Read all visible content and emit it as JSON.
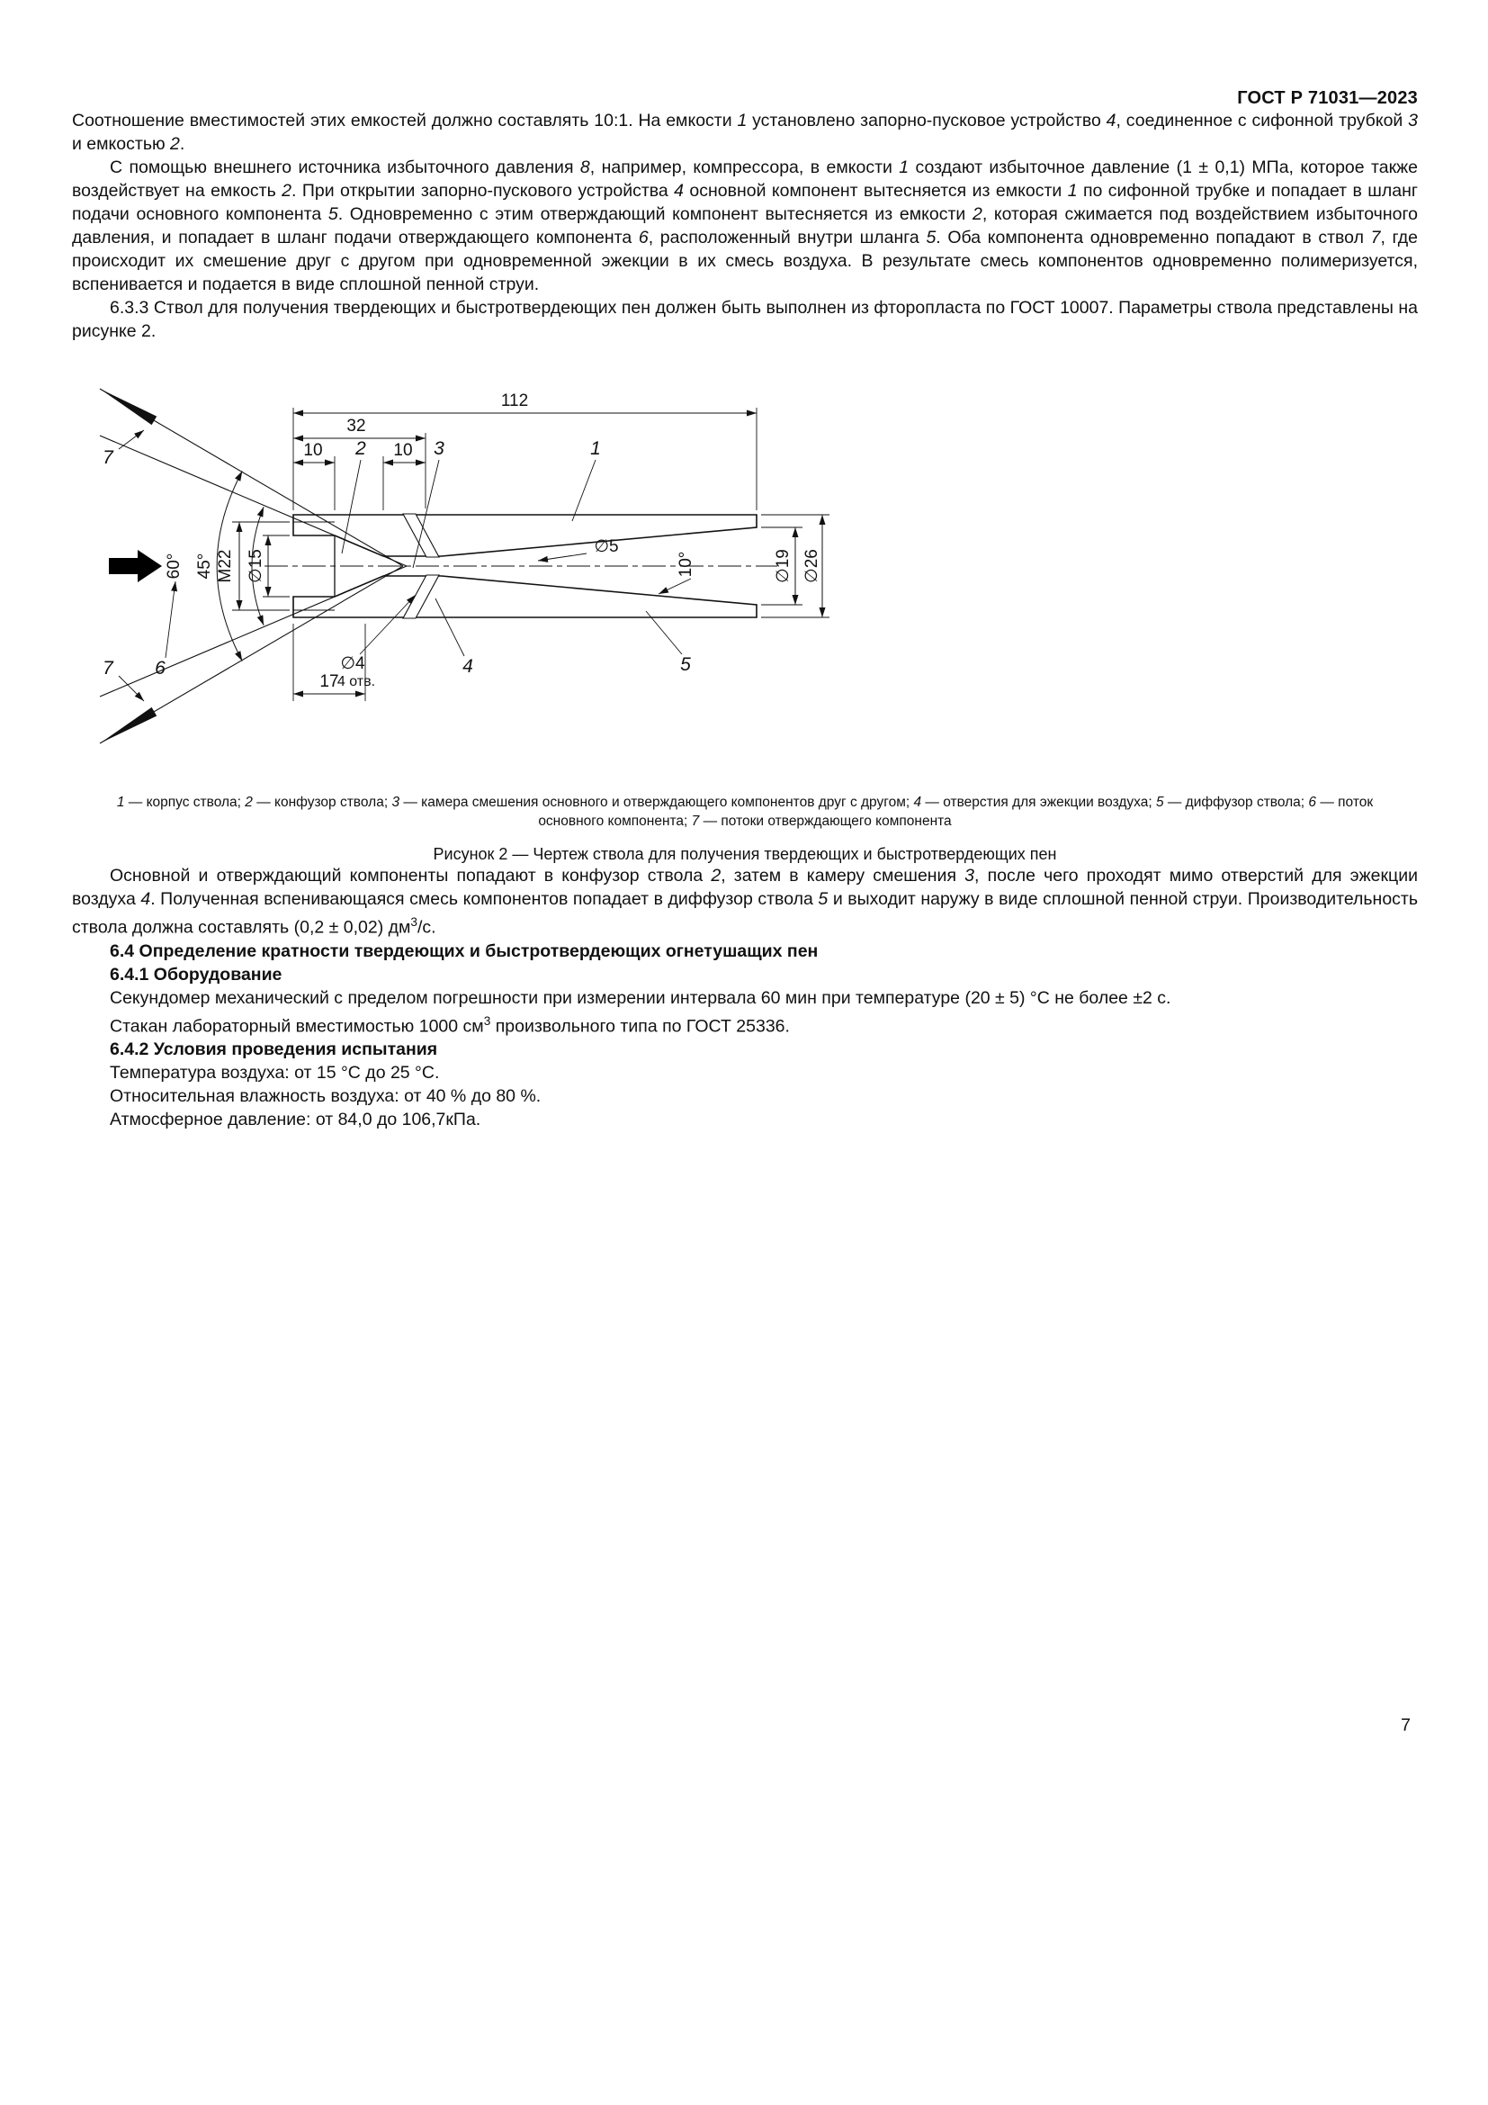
{
  "page": {
    "header": "ГОСТ Р 71031—2023",
    "number": "7"
  },
  "paragraphs": {
    "p1": "Соотношение вместимостей этих емкостей должно составлять 10:1. На емкости <i>1</i> установлено запорно-пусковое устройство <i>4</i>, соединенное с сифонной трубкой <i>3</i> и емкостью <i>2</i>.",
    "p2": "С помощью внешнего источника избыточного давления <i>8</i>, например, компрессора, в емкости <i>1</i> создают избыточное давление (1 ± 0,1) МПа, которое также воздействует на емкость <i>2</i>. При открытии запорно-пускового устройства <i>4</i> основной компонент вытесняется из емкости <i>1</i> по сифонной трубке и попадает в шланг подачи основного компонента <i>5</i>. Одновременно с этим отверждающий компонент вытесняется из емкости <i>2</i>, которая сжимается под воздействием избыточного давления, и попадает в шланг подачи отверждающего компонента <i>6</i>, расположенный внутри шланга <i>5</i>. Оба компонента одновременно попадают в ствол <i>7</i>, где происходит их смешение друг с другом при одновременной эжекции в их смесь воздуха. В результате смесь компонентов одновременно полимеризуется, вспенивается и подается в виде сплошной пенной струи.",
    "p3": "6.3.3 Ствол для получения твердеющих и быстротвердеющих пен должен быть выполнен из фторопласта по ГОСТ 10007. Параметры ствола представлены на рисунке 2.",
    "p4": "Основной и отверждающий компоненты попадают в конфузор ствола <i>2</i>, затем в камеру смешения <i>3</i>, после чего проходят мимо отверстий для эжекции воздуха <i>4</i>. Полученная вспенивающаяся смесь компонентов попадает в диффузор ствола <i>5</i> и выходит наружу в виде сплошной пенной струи. Производительность ствола должна составлять (0,2 ± 0,02) дм<sup>3</sup>/с.",
    "p5": "Секундомер механический с пределом погрешности при измерении интервала 60 мин при температуре (20 ± 5) °С не более ±2 с.",
    "p6": "Стакан лабораторный вместимостью 1000 см<sup>3</sup> произвольного типа по ГОСТ 25336.",
    "p7": "Температура воздуха: от 15 °С до 25 °С.",
    "p8": "Относительная влажность воздуха: от 40 % до 80 %.",
    "p9": "Атмосферное давление: от 84,0 до 106,7кПа."
  },
  "sections": {
    "h64": "6.4 Определение кратности твердеющих и быстротвердеющих огнетушащих пен",
    "h641": "6.4.1 Оборудование",
    "h642": "6.4.2 Условия проведения испытания"
  },
  "figure": {
    "legend": "<i>1</i> — корпус ствола; <i>2</i> — конфузор ствола; <i>3</i> — камера смешения основного и отверждающего компонентов друг с другом; <i>4</i> — отверстия для эжекции воздуха; <i>5</i> — диффузор ствола; <i>6</i> — поток основного компонента; <i>7</i> — потоки отверждающего компонента",
    "caption": "Рисунок 2 — Чертеж ствола для получения твердеющих и быстротвердеющих пен",
    "labels": {
      "dim112": "112",
      "dim32": "32",
      "dim10a": "10",
      "dim10b": "10",
      "dim17": "17",
      "part1": "1",
      "part2": "2",
      "part3": "3",
      "part4": "4",
      "part5": "5",
      "part6": "6",
      "part7a": "7",
      "part7b": "7",
      "angle60": "60°",
      "angle45": "45°",
      "angle10": "10°",
      "m22": "M22",
      "d15": "∅15",
      "d5": "∅5",
      "d19": "∅19",
      "d26": "∅26",
      "d4": "∅4",
      "holes": "4 отв."
    }
  }
}
